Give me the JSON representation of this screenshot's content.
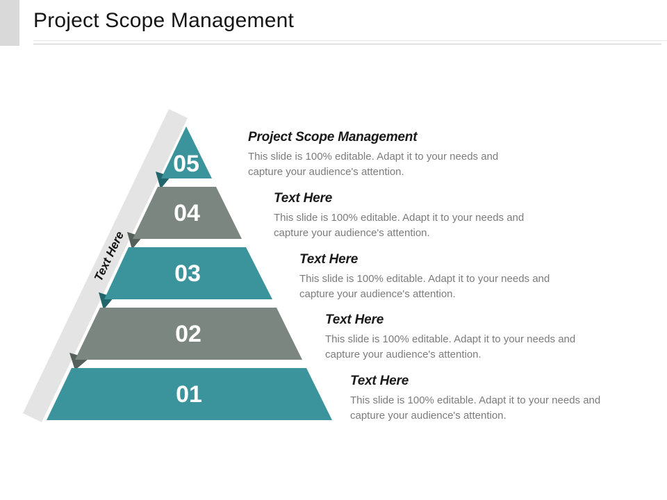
{
  "slide": {
    "title": "Project Scope Management",
    "ribbon_label": "Text Here",
    "colors": {
      "teal": "#3B949B",
      "teal_dark": "#21666D",
      "gray": "#7A867F",
      "gray_dark": "#55605A",
      "ribbon": "#E4E4E4",
      "number_text": "#FFFFFF",
      "corner_accent": "#D9D9D9"
    },
    "pyramid": {
      "levels": [
        {
          "number": "05"
        },
        {
          "number": "04"
        },
        {
          "number": "03"
        },
        {
          "number": "02"
        },
        {
          "number": "01"
        }
      ]
    },
    "blocks": [
      {
        "heading": "Project Scope Management",
        "body": "This slide is 100% editable. Adapt it to your needs and capture your audience's attention."
      },
      {
        "heading": "Text Here",
        "body": "This slide is 100% editable. Adapt it to your needs and capture your audience's attention."
      },
      {
        "heading": "Text Here",
        "body": "This slide is 100% editable. Adapt it to your needs and capture your audience's attention."
      },
      {
        "heading": "Text Here",
        "body": "This slide is 100% editable. Adapt it to your needs and capture your audience's attention."
      },
      {
        "heading": "Text Here",
        "body": "This slide is 100% editable. Adapt it to your needs and capture your audience's attention."
      }
    ]
  }
}
